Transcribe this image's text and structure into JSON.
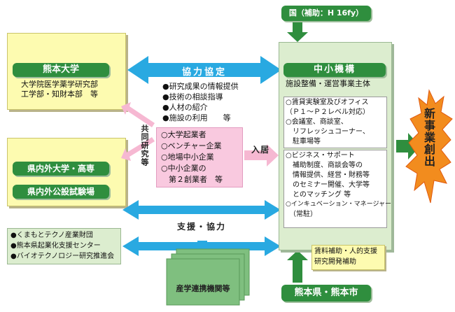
{
  "kumamoto_univ": {
    "title": "熊本大学",
    "line1": "大学院医学薬学研究部",
    "line2": "工学部・知財本部　等"
  },
  "prefectural": {
    "univ": "県内外大学・高専",
    "labs": "県内外公設試験場"
  },
  "support_orgs": [
    "●くまもとテクノ産業財団",
    "●熊本県起業化支援センター",
    "●バイオテクノロジー研究推進会"
  ],
  "partners_label": "産学連携機関等",
  "cooperation_agreement": "協力協定",
  "services": [
    "●研究成果の情報提供",
    "●技術の相談指導",
    "●人材の紹介",
    "●施設の利用　　等"
  ],
  "joint_research": "共同研究等",
  "occupants": [
    "○大学起業者",
    "○ベンチャー企業",
    "○地場中小企業",
    "○中小企業の",
    "　第２創業者　等"
  ],
  "move_in": "入居",
  "support_cooperation": "支援・協力",
  "national": "国（補助：H 16fy）",
  "smrj": {
    "title": "中小機構",
    "subtitle": "施設整備・運営事業主体"
  },
  "facilities": [
    "○賃貸実験室及びオフィス",
    "（Ｐ１～Ｐ２レベル対応）",
    "○会議室、商談室、",
    "　リフレッシュコーナー、",
    "　駐車場等"
  ],
  "business_support": [
    "○ビジネス・サポート",
    "　補助制度、商談会等の",
    "　情報提供、経営・財務等",
    "　のセミナー開催、大学等",
    "　とのマッチング 等",
    "○インキュベーション・マネージャー",
    "　（常駐）"
  ],
  "rent_support": [
    "賃料補助・人的支援",
    "研究開発補助"
  ],
  "local_gov": "熊本県・熊本市",
  "new_business": "新事業創出",
  "colors": {
    "blue_arrow": "#29a9e1",
    "green": "#2f8e3e",
    "pink": "#f6b8d2",
    "burst": "#f28c1e"
  }
}
